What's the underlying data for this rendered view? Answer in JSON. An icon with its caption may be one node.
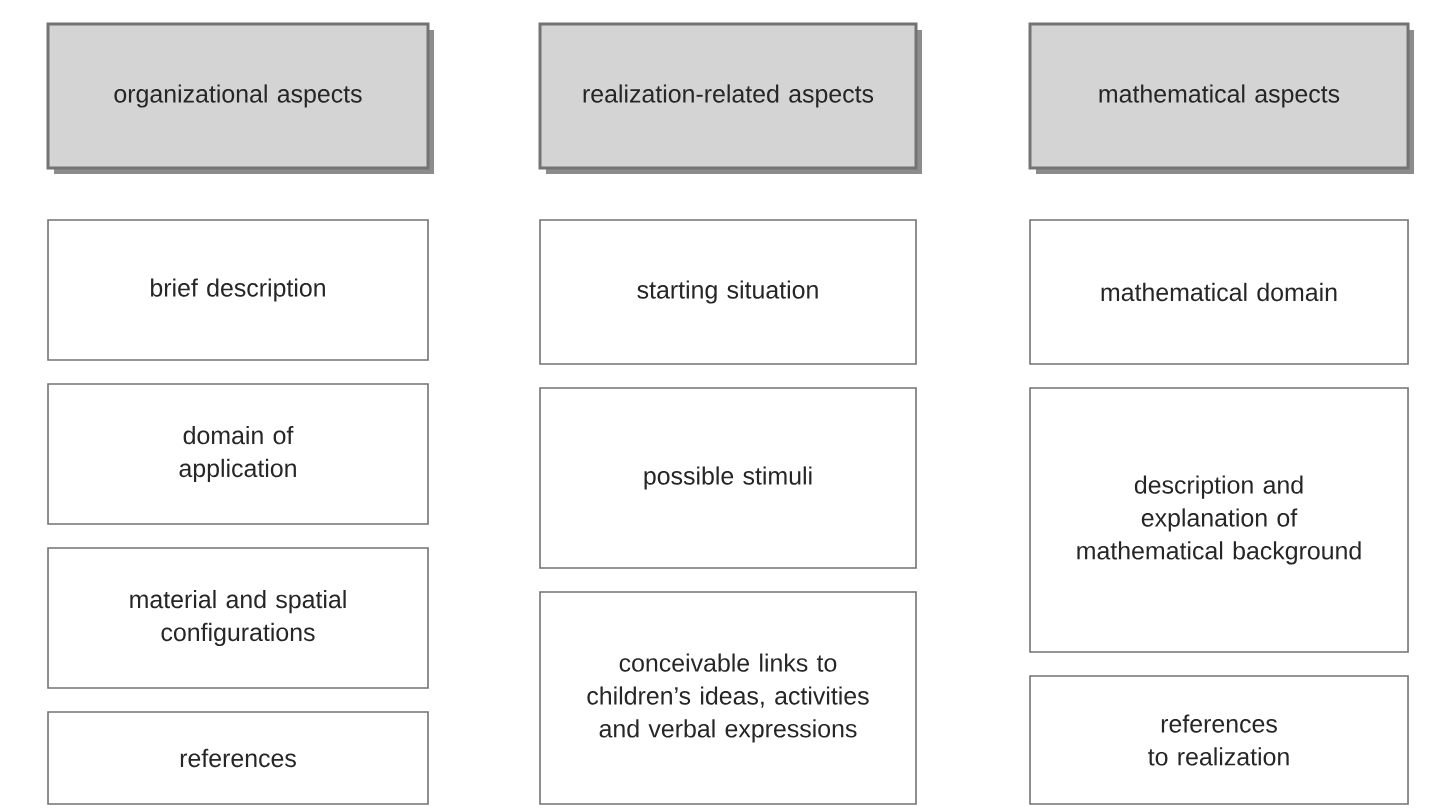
{
  "diagram": {
    "nodes": [
      {
        "text": [
          "organizational aspects"
        ]
      },
      {
        "text": [
          "realization-related aspects"
        ]
      },
      {
        "text": [
          "mathematical aspects"
        ]
      },
      {
        "text": [
          "brief description"
        ]
      },
      {
        "text": [
          "domain of application"
        ]
      },
      {
        "text": [
          "material and spatial configurations"
        ]
      },
      {
        "text": [
          "references"
        ]
      },
      {
        "text": [
          "starting situation"
        ]
      },
      {
        "text": [
          "possible stimuli"
        ]
      },
      {
        "text": [
          "conceivable links to children’s ideas, activities and verbal expressions"
        ]
      },
      {
        "text": [
          "mathematical domain"
        ]
      },
      {
        "text": [
          "description and explanation of mathematical background"
        ]
      },
      {
        "text": [
          "references to realization"
        ]
      }
    ]
  }
}
